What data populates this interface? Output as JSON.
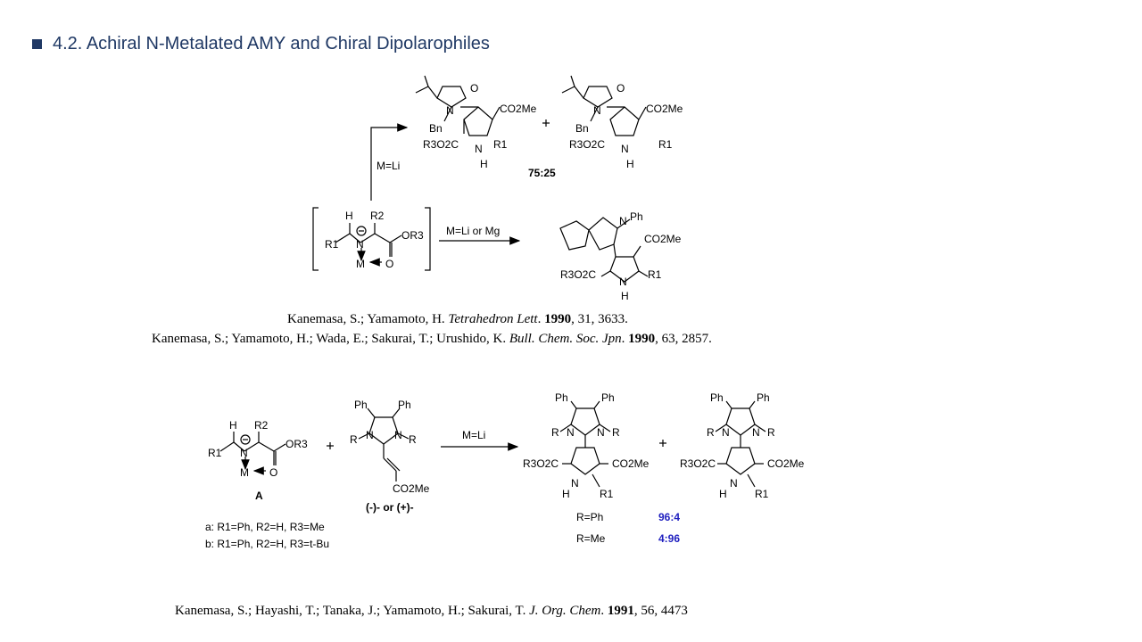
{
  "title": "4.2. Achiral N-Metalated AMY and Chiral Dipolarophiles",
  "scheme1": {
    "reagent_top": "M=Li",
    "reagent_right": "M=Li or Mg",
    "ratio": "75:25",
    "label_bn": "Bn",
    "label_ester": "CO2Me",
    "label_r3o2c": "R3O2C",
    "label_r1": "R1",
    "label_r2": "R2",
    "label_or3": "OR3",
    "label_ph": "Ph",
    "label_h": "H",
    "label_n": "N",
    "label_o": "O",
    "label_m": "M"
  },
  "scheme2": {
    "reagent": "M=Li",
    "label_a": "A",
    "enantiomers": "(-)- or (+)-",
    "substituent_a": "a: R1=Ph, R2=H, R3=Me",
    "substituent_b": "b: R1=Ph, R2=H, R3=t-Bu",
    "table": [
      {
        "r": "R=Ph",
        "ratio": "96:4"
      },
      {
        "r": "R=Me",
        "ratio": "4:96"
      }
    ],
    "label_r": "R",
    "label_ph": "Ph"
  },
  "references": {
    "ref1": {
      "authors": "Kanemasa, S.; Yamamoto, H. ",
      "journal": "Tetrahedron Lett",
      "dot": ". ",
      "year": "1990",
      "rest": ", 31, 3633."
    },
    "ref2": {
      "authors": "Kanemasa, S.; Yamamoto, H.; Wada, E.; Sakurai, T.; Urushido, K. ",
      "journal": "Bull. Chem. Soc. Jpn",
      "dot": ". ",
      "year": "1990",
      "rest": ", 63, 2857."
    },
    "ref3": {
      "authors": "Kanemasa, S.; Hayashi, T.; Tanaka, J.; Yamamoto, H.; Sakurai, T. ",
      "journal": "J. Org. Chem",
      "dot": ". ",
      "year": "1991",
      "rest": ", 56, 4473"
    }
  },
  "colors": {
    "title": "#1f3864",
    "ratio_highlight": "#1f1fbf"
  }
}
